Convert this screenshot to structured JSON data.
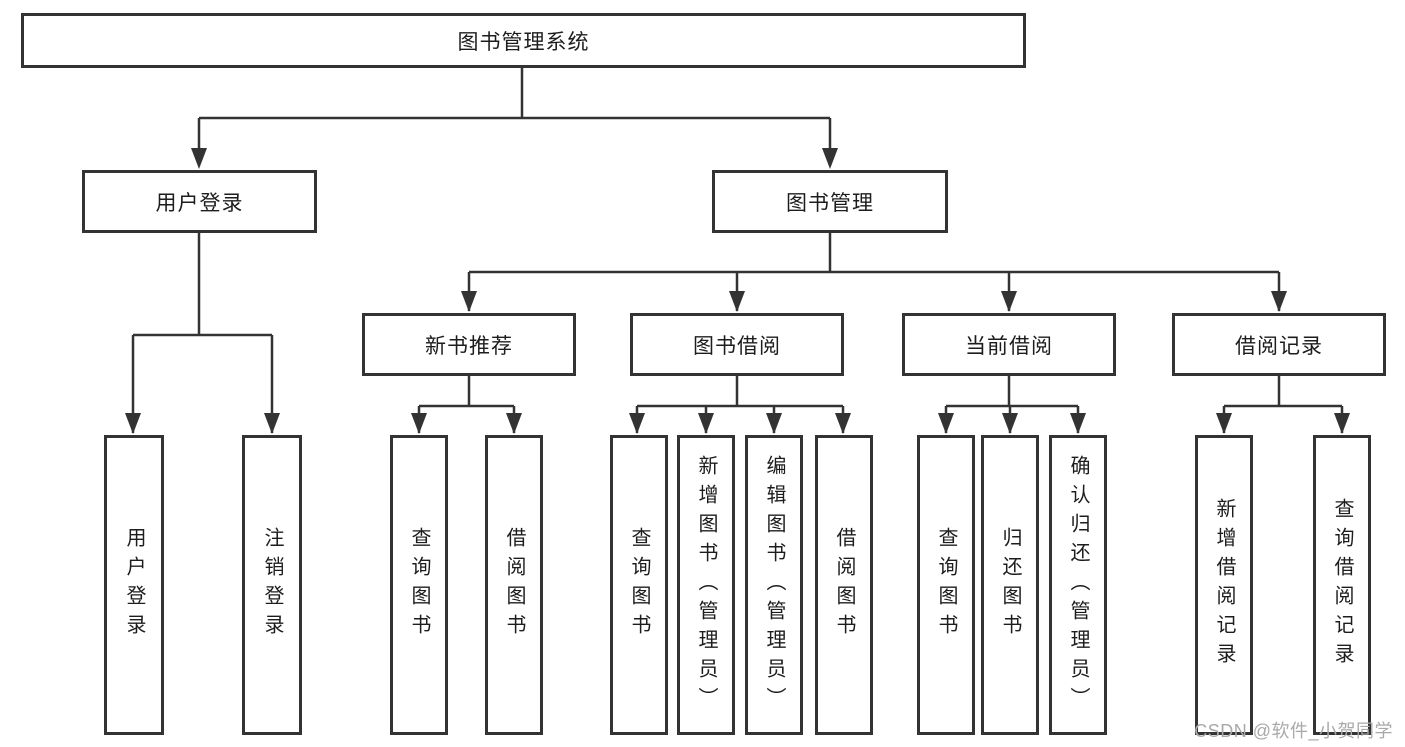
{
  "diagram": {
    "root": {
      "label": "图书管理系统"
    },
    "level1": [
      {
        "label": "用户登录"
      },
      {
        "label": "图书管理"
      }
    ],
    "level2": [
      {
        "label": "新书推荐"
      },
      {
        "label": "图书借阅"
      },
      {
        "label": "当前借阅"
      },
      {
        "label": "借阅记录"
      }
    ],
    "leaves": {
      "user": [
        "用户登录",
        "注销登录"
      ],
      "newbook": [
        "查询图书",
        "借阅图书"
      ],
      "borrow": [
        "查询图书",
        "新增图书（管理员）",
        "编辑图书（管理员）",
        "借阅图书"
      ],
      "current": [
        "查询图书",
        "归还图书",
        "确认归还（管理员）"
      ],
      "record": [
        "新增借阅记录",
        "查询借阅记录"
      ]
    },
    "watermark": "CSDN @软件_小贺同学",
    "colors": {
      "line": "#333333",
      "border": "#333333",
      "text": "#1d1d1d",
      "background": "#ffffff",
      "watermark": "#a9a9a9"
    }
  }
}
